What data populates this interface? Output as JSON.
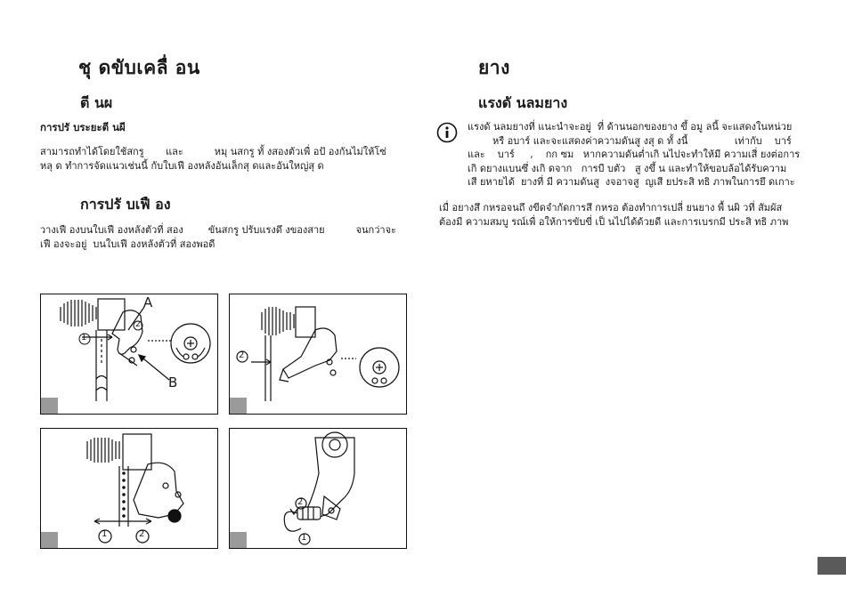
{
  "left": {
    "title": "ชุ ดขับเคลื่ อน",
    "sub1": "ตี นผ",
    "sub1_label": "การปรั บระยะตี นผี",
    "sub1_body": "สามารถทำได้โดยใช้สกรู       และ          หมุ นสกรู ทั้ งสองตัวเพื่ อปั องกันไม่ให้โซ่\nหลุ ด ทำการจัดแนวเช่นนี้ กับใบเฟื องหลังอันเล็กสุ ดและอันใหญ่สุ ด",
    "sub2": "การปรั บเฟื อง",
    "sub2_body": "วางเฟื องบนใบเฟื องหลังตัวที่ สอง        ขันสกรู ปรับแรงดึ งของสาย          จนกว่าจะ\nเฟื องจะอยู่  บนใบเฟื องหลังตัวที่ สองพอดี"
  },
  "right": {
    "title": "ยาง",
    "sub1": "แรงดั นลมยาง",
    "note": "แรงดั นลมยางที่ แนะนำจะอยู่  ที่ ด้านนอกของยาง ขึ้ อมู ลนี้ จะแสดงในหน่วย\n        หรื อบาร์ และจะแสดงค่าความดันสู งสุ ด ทั้ งนี้               เท่ากับ    บาร์\nและ    บาร์     ,    กก ซม   หากความดันต่ำเกิ นไปจะทำให้มี ความเสี่ ยงต่อการ\nเกิ ดยางแบนซึ่ งเกิ ดจาก   การบี บตัว   สู งขึ้ น และทำให้ขอบล้อได้รับความ\nเสี ยหายได้  ยางที่ มี ความดันสู  งจอาจสู  ญเสี ยประสิ ทธิ ภาพในการยึ ดเกาะ",
    "body": "เมื่ อยางสึ กหรอจนถึ งขีดจำกัดการสึ กหรอ ต้องทำการเปลี่ ยนยาง พื้ นผิ วที่ สัมผัส\nต้องมี ความสมบู รณ์เพื่ อให้การขับขี่ เป็ นไปได้ด้วยดี และการเบรกมี ประสิ ทธิ ภาพ"
  },
  "figures": {
    "label_a": "A",
    "label_b": "B",
    "n1": "1",
    "n2": "2"
  }
}
